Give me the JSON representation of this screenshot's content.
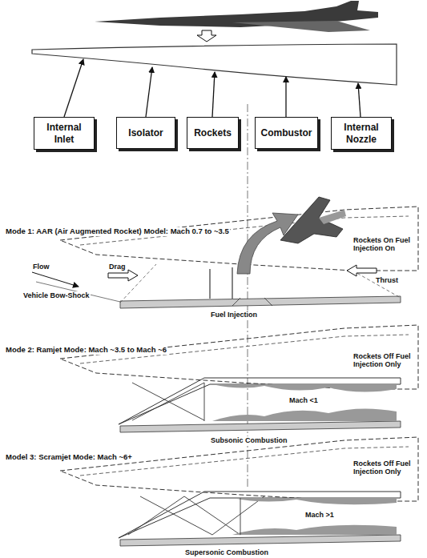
{
  "diagram": {
    "nodes": [
      {
        "text": [
          "Internal Inlet"
        ]
      },
      {
        "text": [
          "Isolator"
        ]
      },
      {
        "text": [
          "Rockets"
        ]
      },
      {
        "text": [
          "Combustor"
        ]
      },
      {
        "text": [
          "Internal Nozzle"
        ]
      }
    ],
    "labels": [
      "Mode 1: AAR (Air Augmented Rocket) Model: Mach 0.7 to ~3.5",
      "Rockets On Fuel Injection On",
      "Flow",
      "Vehicle Bow-Shock",
      "Drag",
      "Thrust",
      "Fuel Injection",
      "Mode 2: Ramjet Mode: Mach ~3.5 to Mach ~6",
      "Rockets Off Fuel Injection Only",
      "Mach <1",
      "Subsonic Combustion",
      "Model 3: Scramjet Mode: Mach ~6+",
      "Rockets Off Fuel Injection Only",
      "Mach >1",
      "Supersonic Combustion"
    ]
  }
}
